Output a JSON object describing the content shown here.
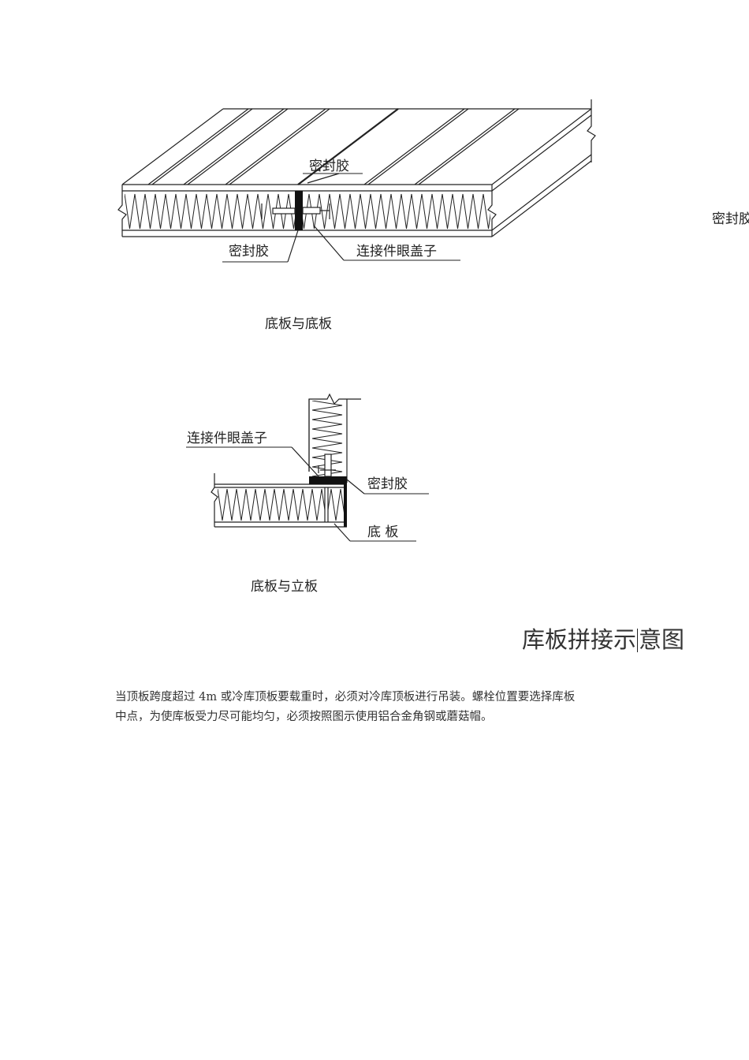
{
  "diagram1": {
    "label_top_sealant": "密封胶",
    "label_bottom_sealant": "密封胶",
    "label_cap": "连接件眼盖子",
    "label_edge_sealant": "密封胶",
    "caption": "底板与底板"
  },
  "diagram2": {
    "label_cap": "连接件眼盖子",
    "label_sealant": "密封胶",
    "label_floor": "底 板",
    "caption": "底板与立板"
  },
  "title": {
    "part1": "库板拼接示",
    "part2": "意图"
  },
  "paragraph": {
    "line1": "当顶板跨度超过 4m 或冷库顶板要载重时，必须对冷库顶板进行吊装。螺栓位置要选择库板",
    "line2": "中点，为使库板受力尽可能均匀，必须按照图示使用铝合金角钢或蘑菇帽。"
  }
}
